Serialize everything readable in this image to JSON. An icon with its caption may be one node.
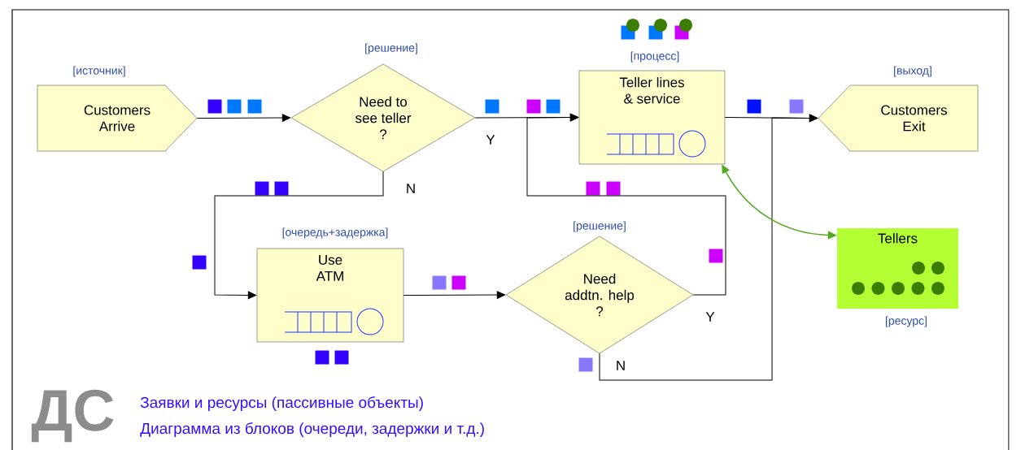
{
  "diagram": {
    "nodes": [
      {
        "text": [
          "Customers Arrive"
        ],
        "beside": [
          "[источник]"
        ]
      },
      {
        "text": [
          "Need to see teller ?"
        ],
        "beside": [
          "[решение]"
        ]
      },
      {
        "text": [
          "Teller lines & service"
        ],
        "beside": [
          "[процесс]"
        ]
      },
      {
        "text": [
          "Customers Exit"
        ],
        "beside": [
          "[выход]"
        ]
      },
      {
        "text": [
          "Use ATM"
        ],
        "beside": [
          "[очередь+задержка]"
        ]
      },
      {
        "text": [
          "Need addtn. help ?"
        ],
        "beside": [
          "[решение]"
        ]
      },
      {
        "text": [
          "Tellers"
        ],
        "beside": [
          "[ресурс]"
        ]
      }
    ],
    "edges": [
      {
        "from": 0,
        "to": 1,
        "arrow": "to"
      },
      {
        "from": 1,
        "to": 2,
        "arrow": "to",
        "label": "Y"
      },
      {
        "from": 1,
        "to": 4,
        "arrow": "to",
        "label": "N"
      },
      {
        "from": 4,
        "to": 5,
        "arrow": "to"
      },
      {
        "from": 5,
        "to": 2,
        "arrow": "to",
        "label": "Y"
      },
      {
        "from": 2,
        "to": 3,
        "arrow": "to"
      },
      {
        "from": 5,
        "to": 3,
        "arrow": "to",
        "label": "N"
      },
      {
        "from": 6,
        "to": 2,
        "arrow": "both",
        "color": "#55aa22"
      }
    ],
    "labels": [
      "ДС",
      "Заявки и ресурсы (пассивные объекты)",
      "Диаграмма из блоков (очереди, задержки и т.д.)"
    ]
  }
}
